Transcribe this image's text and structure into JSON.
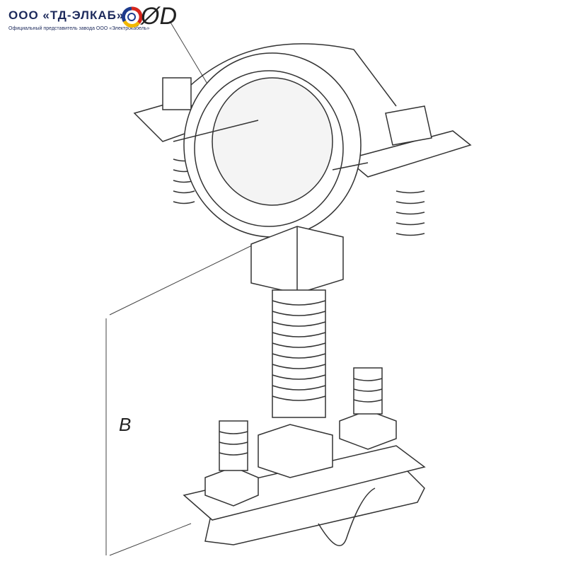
{
  "header": {
    "company": "ООО «ТД-ЭЛКАБ»",
    "tagline": "Официальный представитель завода ООО «Электрокабель»"
  },
  "logo": {
    "colors": [
      "#1d3a8c",
      "#f2b800",
      "#d6261c"
    ]
  },
  "dimensions": {
    "diameter_label": "ØD",
    "height_label": "B"
  }
}
